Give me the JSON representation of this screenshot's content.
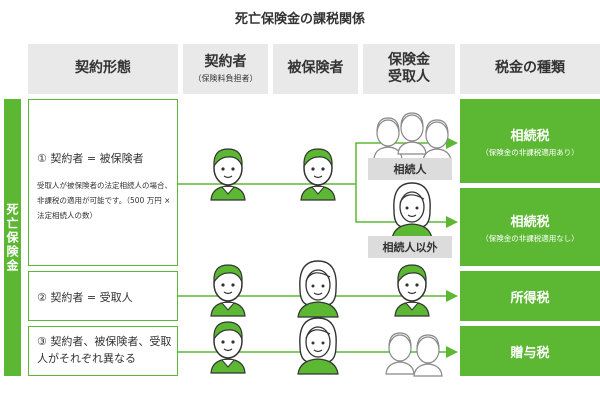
{
  "title": "死亡保険金の課税関係",
  "headers": {
    "contract_form": "契約形態",
    "contractor": "契約者",
    "contractor_sub": "（保険料負担者）",
    "insured": "被保険者",
    "beneficiary": "保険金\n受取人",
    "tax_type": "税金の種類"
  },
  "side_label": "死亡保険金",
  "rows": [
    {
      "label": "① 契約者 = 被保険者",
      "note": "受取人が被保険者の法定相続人の場合、非課税の適用が可能です。（500 万円 × 法定相続人の数）"
    },
    {
      "label": "② 契約者 = 受取人"
    },
    {
      "label": "③ 契約者、被保険者、受取人がそれぞれ異なる"
    }
  ],
  "badges": {
    "heir": "相続人",
    "non_heir": "相続人以外"
  },
  "taxes": [
    {
      "name": "相続税",
      "sub": "（保険金の非課税適用あり）"
    },
    {
      "name": "相続税",
      "sub": "（保険金の非課税適用なし）"
    },
    {
      "name": "所得税",
      "sub": ""
    },
    {
      "name": "贈与税",
      "sub": ""
    }
  ],
  "colors": {
    "accent": "#5cb833",
    "header_bg": "#e9e9e9",
    "badge_bg": "#dcdcdc",
    "person_outline": "#888888"
  }
}
